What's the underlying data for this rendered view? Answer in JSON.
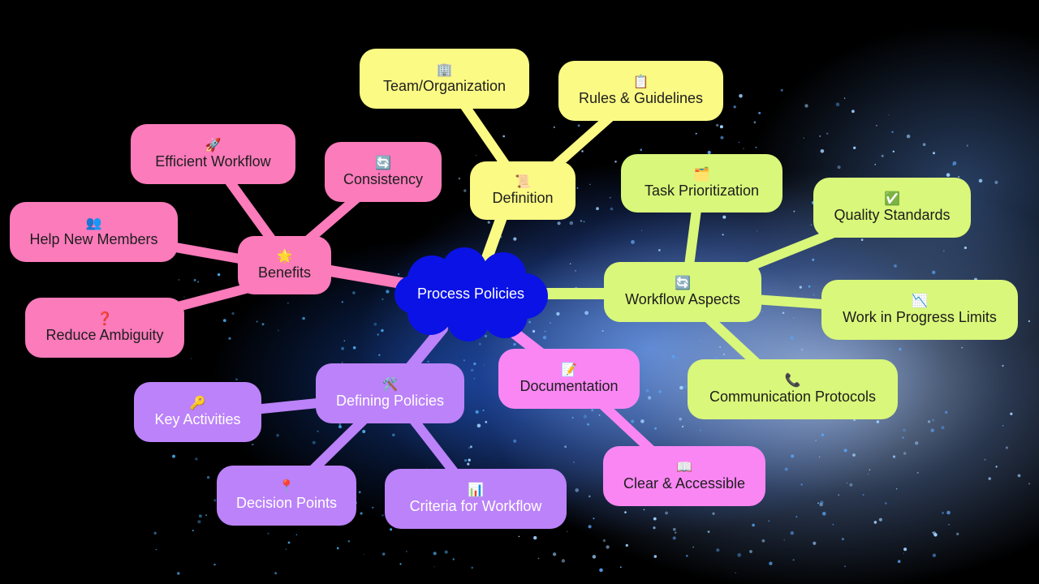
{
  "root": {
    "label": "Process Policies",
    "color": "#0a12e6"
  },
  "colors": {
    "definition": "#fbfa84",
    "benefits": "#fb7bbb",
    "workflow": "#d9f77a",
    "defining": "#bb82f9",
    "documentation": "#f986f3"
  },
  "branches": {
    "definition": {
      "label": "Definition",
      "icon": "📜",
      "children": [
        {
          "label": "Team/Organization",
          "icon": "🏢"
        },
        {
          "label": "Rules & Guidelines",
          "icon": "📋"
        }
      ]
    },
    "benefits": {
      "label": "Benefits",
      "icon": "🌟",
      "children": [
        {
          "label": "Efficient Workflow",
          "icon": "🚀"
        },
        {
          "label": "Consistency",
          "icon": "🔄"
        },
        {
          "label": "Help New Members",
          "icon": "👥"
        },
        {
          "label": "Reduce Ambiguity",
          "icon": "❓"
        }
      ]
    },
    "workflow": {
      "label": "Workflow Aspects",
      "icon": "🔄",
      "children": [
        {
          "label": "Task Prioritization",
          "icon": "🗂️"
        },
        {
          "label": "Quality Standards",
          "icon": "✅"
        },
        {
          "label": "Work in Progress Limits",
          "icon": "📉"
        },
        {
          "label": "Communication Protocols",
          "icon": "📞"
        }
      ]
    },
    "defining": {
      "label": "Defining Policies",
      "icon": "🛠️",
      "children": [
        {
          "label": "Key Activities",
          "icon": "🔑"
        },
        {
          "label": "Decision Points",
          "icon": "📍"
        },
        {
          "label": "Criteria for Workflow",
          "icon": "📊"
        }
      ]
    },
    "documentation": {
      "label": "Documentation",
      "icon": "📝",
      "children": [
        {
          "label": "Clear & Accessible",
          "icon": "📖"
        }
      ]
    }
  }
}
